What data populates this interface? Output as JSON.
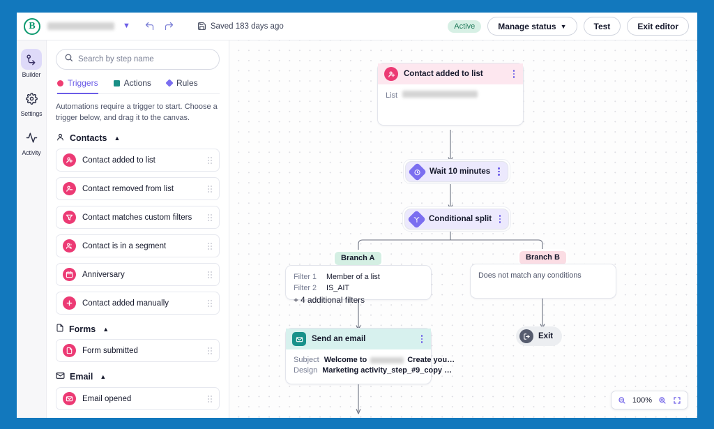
{
  "topbar": {
    "logo": "B",
    "title_redacted": true,
    "save_status": "Saved 183 days ago",
    "status_badge": "Active",
    "manage_status_label": "Manage status",
    "test_label": "Test",
    "exit_editor_label": "Exit editor"
  },
  "rail": {
    "items": [
      {
        "label": "Builder",
        "icon": "builder-icon",
        "active": true
      },
      {
        "label": "Settings",
        "icon": "gear-icon",
        "active": false
      },
      {
        "label": "Activity",
        "icon": "activity-icon",
        "active": false
      }
    ]
  },
  "panel": {
    "search_placeholder": "Search by step name",
    "search_value": "",
    "tabs": [
      {
        "label": "Triggers",
        "marker": "dot",
        "color": "#ef3e72",
        "active": true
      },
      {
        "label": "Actions",
        "marker": "square",
        "color": "#1a8f86",
        "active": false
      },
      {
        "label": "Rules",
        "marker": "diamond",
        "color": "#7b6ef0",
        "active": false
      }
    ],
    "hint": "Automations require a trigger to start. Choose a trigger below, and drag it to the canvas.",
    "groups": [
      {
        "title": "Contacts",
        "icon": "person-icon",
        "expanded": true,
        "items": [
          {
            "label": "Contact added to list",
            "icon": "person-add-icon"
          },
          {
            "label": "Contact removed from list",
            "icon": "person-remove-icon"
          },
          {
            "label": "Contact matches custom filters",
            "icon": "filter-icon"
          },
          {
            "label": "Contact is in a segment",
            "icon": "people-icon"
          },
          {
            "label": "Anniversary",
            "icon": "calendar-icon"
          },
          {
            "label": "Contact added manually",
            "icon": "plus-icon"
          }
        ]
      },
      {
        "title": "Forms",
        "icon": "document-icon",
        "expanded": true,
        "items": [
          {
            "label": "Form submitted",
            "icon": "form-icon"
          }
        ]
      },
      {
        "title": "Email",
        "icon": "envelope-icon",
        "expanded": true,
        "items": [
          {
            "label": "Email opened",
            "icon": "mail-open-icon"
          }
        ]
      }
    ]
  },
  "canvas": {
    "trigger_node": {
      "title": "Contact added to list",
      "icon": "person-add-icon",
      "body_key": "List",
      "body_value_redacted": true
    },
    "wait_node": {
      "title": "Wait 10 minutes",
      "icon": "clock-icon"
    },
    "split_node": {
      "title": "Conditional split",
      "icon": "split-icon"
    },
    "branch_a": {
      "badge": "Branch A",
      "filters": [
        {
          "key": "Filter 1",
          "value": "Member of a list"
        },
        {
          "key": "Filter 2",
          "value": "IS_AIT"
        }
      ],
      "more": "+ 4 additional filters"
    },
    "branch_b": {
      "badge": "Branch B",
      "empty_text": "Does not match any conditions"
    },
    "email_node": {
      "title": "Send an email",
      "icon": "envelope-icon",
      "rows": [
        {
          "key": "Subject",
          "value_before": "Welcome to",
          "value_after": "Create you…",
          "redacted": true
        },
        {
          "key": "Design",
          "value_before": "Marketing activity_step_#9_copy …",
          "value_after": "",
          "redacted": false
        }
      ]
    },
    "exit_node": {
      "label": "Exit",
      "icon": "exit-icon"
    },
    "zoom": {
      "level": "100%",
      "zoom_out_icon": "zoom-out-icon",
      "zoom_in_icon": "zoom-in-icon",
      "fit_icon": "fit-screen-icon"
    }
  },
  "colors": {
    "page_blue": "#1278bd",
    "accent_purple": "#6b5ce7",
    "trigger_pink": "#ec3a74",
    "action_teal": "#18918a",
    "rule_purple": "#7b6ef0",
    "branch_a_green": "#d4efe3",
    "branch_b_pink": "#fbdde4"
  }
}
